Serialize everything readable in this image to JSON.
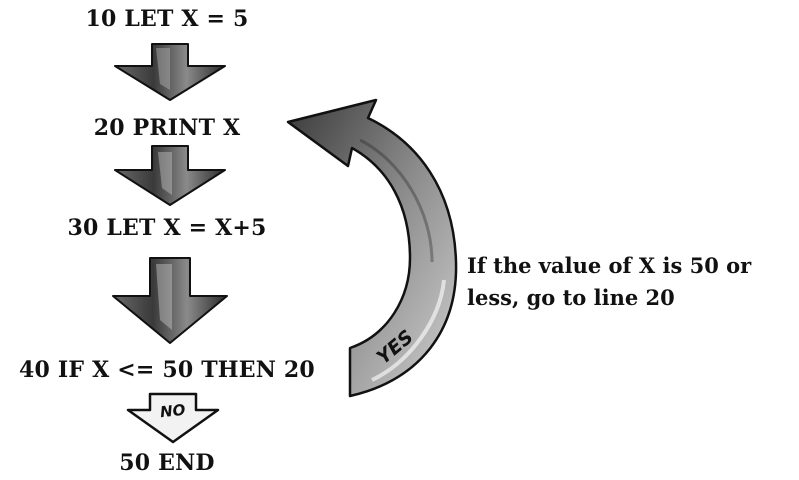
{
  "statements": {
    "line10": "10 LET X = 5",
    "line20": "20 PRINT X",
    "line30": "30 LET X = X+5",
    "line40": "40 IF X <= 50 THEN 20",
    "line50": "50 END"
  },
  "branch_labels": {
    "yes": "YES",
    "no": "NO"
  },
  "annotation": {
    "line1": "If the value of X is 50 or",
    "line2": "less, go to line 20"
  },
  "colors": {
    "ink": "#111111",
    "arrow_dark": "#2b2b2b",
    "arrow_mid": "#555555",
    "arrow_light": "#bdbdbd"
  }
}
